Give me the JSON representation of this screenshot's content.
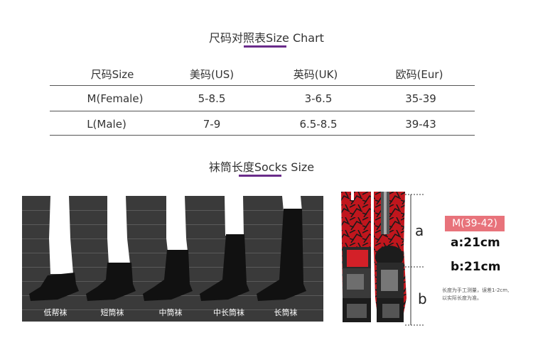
{
  "size_chart": {
    "title": "尺码对照表Size Chart",
    "headers": [
      "尺码Size",
      "美码(US)",
      "英码(UK)",
      "欧码(Eur)"
    ],
    "rows": [
      [
        "M(Female)",
        "5-8.5",
        "3-6.5",
        "35-39"
      ],
      [
        "L(Male)",
        "7-9",
        "6.5-8.5",
        "39-43"
      ]
    ]
  },
  "socks_size": {
    "title": "袜筒长度Socks Size",
    "types": [
      "低帮袜",
      "短筒袜",
      "中筒袜",
      "中长筒袜",
      "长筒袜"
    ]
  },
  "measurement": {
    "label_a": "a",
    "label_b": "b",
    "badge": "M(39-42)",
    "a_value": "a:21cm",
    "b_value": "b:21cm",
    "note_line1": "长度为手工测量，误差1-2cm,",
    "note_line2": "以实际长度为准。"
  },
  "colors": {
    "accent": "#6a2c8a",
    "badge": "#e8737b",
    "sock_red": "#c0161d",
    "panel": "#3a3a3a"
  }
}
